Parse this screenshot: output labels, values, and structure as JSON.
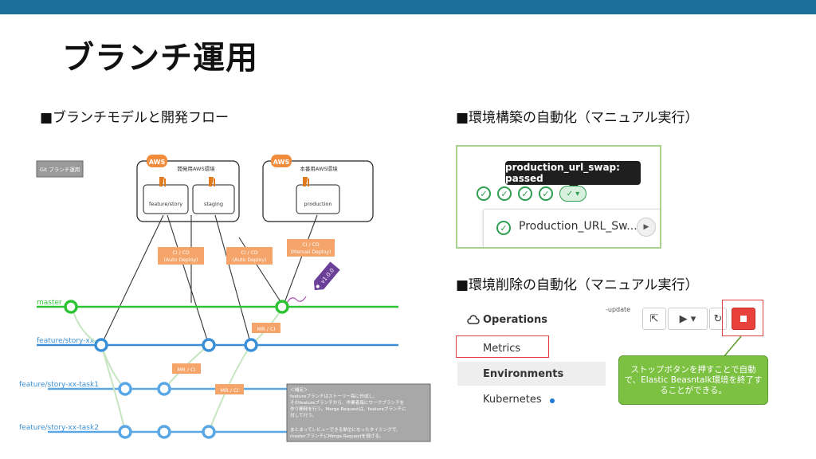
{
  "title": "ブランチ運用",
  "sections": {
    "branch_model": "■ブランチモデルと開発フロー",
    "env_build": "■環境構築の自動化（マニュアル実行）",
    "env_delete": "■環境削除の自動化（マニュアル実行）"
  },
  "diagram": {
    "git_label": "Git ブランチ運用",
    "aws_logo": "AWS",
    "dev_env_title": "開発用AWS環境",
    "prod_env_title": "本番用AWS環境",
    "env_feature_story": "feature/story",
    "env_staging": "staging",
    "env_production": "production",
    "cicd_auto_1": "CI / CD",
    "cicd_auto_1b": "(Auto Deploy)",
    "cicd_auto_2": "CI / CD",
    "cicd_auto_2b": "(Auto Deploy)",
    "cicd_manual": "CI / CD",
    "cicd_manual_b": "(Manual Deploy)",
    "tag": "v1.0.0",
    "branch_master": "master",
    "branch_story": "feature/story-xx",
    "branch_task1": "feature/story-xx-task1",
    "branch_task2": "feature/story-xx-task2",
    "mr_ci_1": "MR / CI",
    "mr_ci_2": "MR / CI",
    "mr_ci_3": "MR / CI",
    "note_lines": [
      "＜補足＞",
      "featureブランチはストーリー毎に作成し、",
      "そのfeatureブランチから、作業者毎にワークブランチを",
      "作り開発を行う。Merge Requestは、featureブランチに",
      "対して行う。",
      "",
      "まとまってレビューできる単位になったタイミングで、",
      "masterブランチにMerge Requestを投げる。"
    ]
  },
  "pipeline": {
    "tooltip": "production_url_swap: passed",
    "job_name": "Production_URL_Sw..."
  },
  "ops_menu": {
    "header": "Operations",
    "items": [
      "Metrics",
      "Environments",
      "Kubernetes"
    ],
    "side_text": "-update"
  },
  "callout": "ストップボタンを押すことで自動で、Elastic Beasntalk環境を終了することができる。",
  "colors": {
    "master": "#2ec436",
    "feature": "#3a8fd6",
    "task": "#5aa7e6",
    "orange": "#f5a46a",
    "stop": "#e8413a"
  }
}
